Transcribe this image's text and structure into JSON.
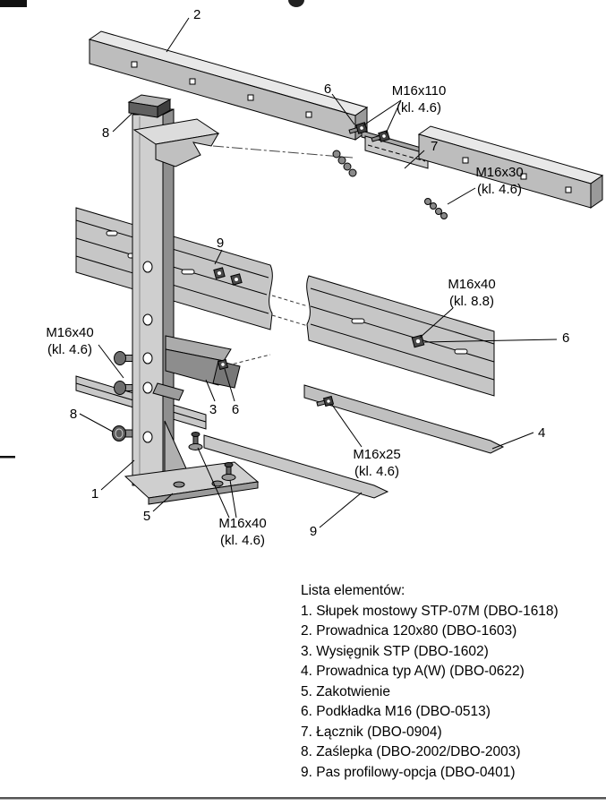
{
  "colors": {
    "background": "#ffffff",
    "line": "#000000",
    "steel_light": "#c6c6c6",
    "steel_mid": "#aaaaaa",
    "steel_dark": "#8f8f8f"
  },
  "figure": {
    "callouts": {
      "n1": "1",
      "n2": "2",
      "n3": "3",
      "n4": "4",
      "n5": "5",
      "n6": "6",
      "n7": "7",
      "n8": "8",
      "n9": "9"
    },
    "labels": {
      "m16x110": {
        "size": "M16x110",
        "grade": "(kl. 4.6)"
      },
      "m16x30": {
        "size": "M16x30",
        "grade": "(kl. 4.6)"
      },
      "m16x40_k88": {
        "size": "M16x40",
        "grade": "(kl. 8.8)"
      },
      "m16x40_left": {
        "size": "M16x40",
        "grade": "(kl. 4.6)"
      },
      "m16x25": {
        "size": "M16x25",
        "grade": "(kl. 4.6)"
      },
      "m16x40_base": {
        "size": "M16x40",
        "grade": "(kl. 4.6)"
      }
    }
  },
  "parts_list": {
    "title": "Lista elementów:",
    "items": [
      "1. Słupek mostowy STP-07M (DBO-1618)",
      "2. Prowadnica 120x80 (DBO-1603)",
      "3. Wysięgnik STP (DBO-1602)",
      "4. Prowadnica typ A(W) (DBO-0622)",
      "5. Zakotwienie",
      "6. Podkładka M16 (DBO-0513)",
      "7. Łącznik (DBO-0904)",
      "8. Zaślepka (DBO-2002/DBO-2003)",
      "9. Pas profilowy-opcja (DBO-0401)"
    ]
  }
}
